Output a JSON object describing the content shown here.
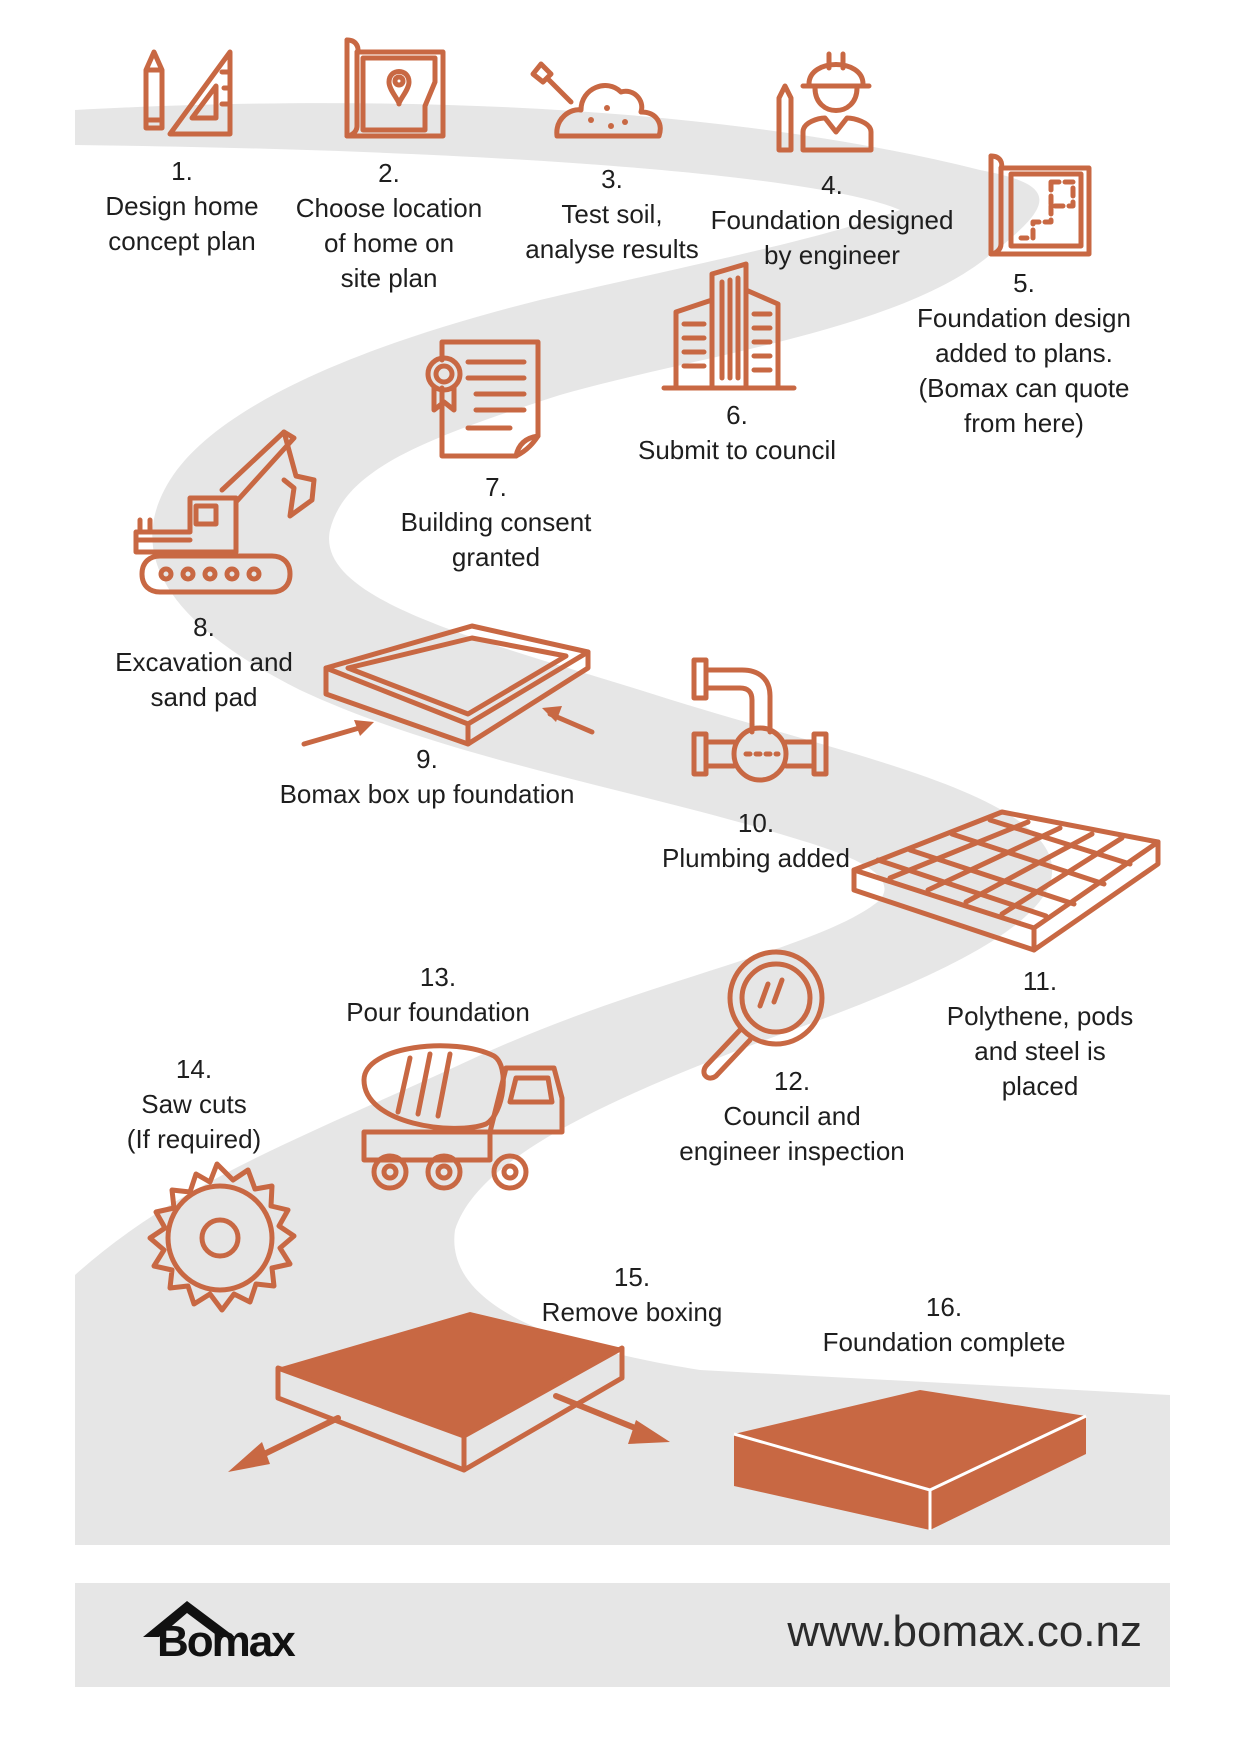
{
  "accent_color": "#c86843",
  "path_color": "#e6e6e6",
  "steps": [
    {
      "num": "1.",
      "text": "Design home\nconcept plan",
      "icon": "pencil-setsquare-icon"
    },
    {
      "num": "2.",
      "text": "Choose location\nof home on\nsite plan",
      "icon": "site-map-pin-icon"
    },
    {
      "num": "3.",
      "text": "Test soil,\nanalyse results",
      "icon": "soil-shovel-icon"
    },
    {
      "num": "4.",
      "text": "Foundation designed\nby engineer",
      "icon": "engineer-hardhat-icon"
    },
    {
      "num": "5.",
      "text": "Foundation design\nadded to plans.\n(Bomax can quote\nfrom here)",
      "icon": "floor-plan-icon"
    },
    {
      "num": "6.",
      "text": "Submit to council",
      "icon": "council-building-icon"
    },
    {
      "num": "7.",
      "text": "Building consent\ngranted",
      "icon": "certificate-icon"
    },
    {
      "num": "8.",
      "text": "Excavation and\nsand pad",
      "icon": "excavator-icon"
    },
    {
      "num": "9.",
      "text": "Bomax box up foundation",
      "icon": "boxing-frame-icon"
    },
    {
      "num": "10.",
      "text": "Plumbing added",
      "icon": "pipe-icon"
    },
    {
      "num": "11.",
      "text": "Polythene, pods\nand steel is placed",
      "icon": "steel-mesh-icon"
    },
    {
      "num": "12.",
      "text": "Council and\nengineer inspection",
      "icon": "magnifier-icon"
    },
    {
      "num": "13.",
      "text": "Pour foundation",
      "icon": "concrete-truck-icon"
    },
    {
      "num": "14.",
      "text": "Saw cuts\n(If required)",
      "icon": "saw-blade-icon"
    },
    {
      "num": "15.",
      "text": "Remove boxing",
      "icon": "slab-boxing-removed-icon"
    },
    {
      "num": "16.",
      "text": "Foundation complete",
      "icon": "finished-slab-icon"
    }
  ],
  "footer": {
    "logo_text": "Bomax",
    "website": "www.bomax.co.nz"
  }
}
